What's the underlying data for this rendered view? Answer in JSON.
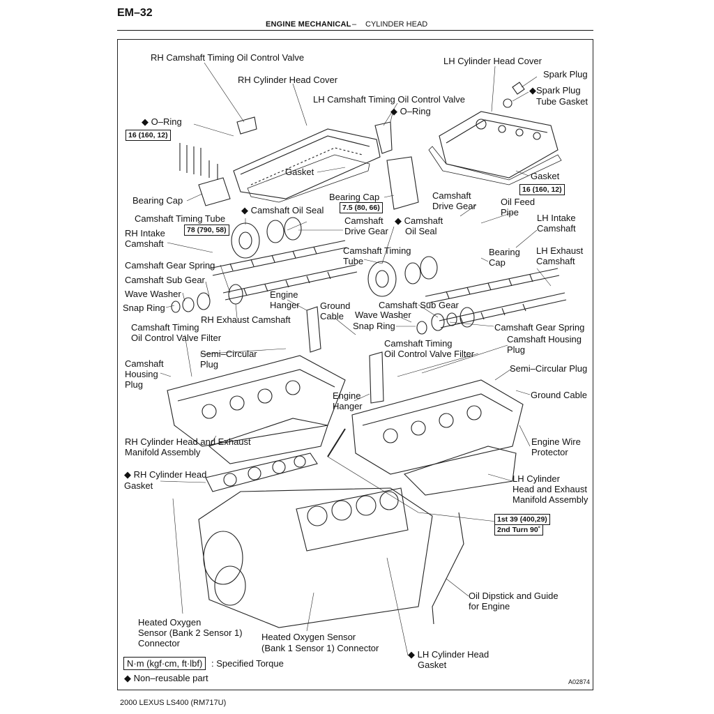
{
  "header": {
    "page_number": "EM–32",
    "section": "ENGINE MECHANICAL",
    "separator": "–",
    "subsection": "CYLINDER HEAD"
  },
  "labels": {
    "rh_cam_ocv": "RH Camshaft Timing Oil Control Valve",
    "rh_head_cover": "RH Cylinder Head Cover",
    "lh_head_cover": "LH Cylinder Head Cover",
    "spark_plug": "Spark Plug",
    "spark_plug_tube_gasket_1": "◆Spark Plug",
    "spark_plug_tube_gasket_2": "Tube Gasket",
    "lh_cam_ocv": "LH Camshaft Timing Oil Control Valve",
    "oring_rh": "◆ O–Ring",
    "oring_lh": "◆ O–Ring",
    "gasket_rh": "Gasket",
    "gasket_lh": "Gasket",
    "bearing_cap_rh": "Bearing Cap",
    "bearing_cap_mid": "Bearing Cap",
    "cam_drive_gear_lh_1": "Camshaft",
    "cam_drive_gear_lh_2": "Drive Gear",
    "cam_oil_seal_rh": "◆ Camshaft Oil Seal",
    "oil_feed_pipe_1": "Oil Feed",
    "oil_feed_pipe_2": "Pipe",
    "cam_timing_tube_rh": "Camshaft Timing Tube",
    "cam_drive_gear_rh_1": "Camshaft",
    "cam_drive_gear_rh_2": "Drive Gear",
    "cam_oil_seal_lh_1": "◆ Camshaft",
    "cam_oil_seal_lh_2": "Oil Seal",
    "lh_intake_cam_1": "LH Intake",
    "lh_intake_cam_2": "Camshaft",
    "rh_intake_cam_1": "RH Intake",
    "rh_intake_cam_2": "Camshaft",
    "cam_timing_tube_lh_1": "Camshaft Timing",
    "cam_timing_tube_lh_2": "Tube",
    "bearing_cap_lh_1": "Bearing",
    "bearing_cap_lh_2": "Cap",
    "lh_exhaust_cam_1": "LH Exhaust",
    "lh_exhaust_cam_2": "Camshaft",
    "cam_gear_spring_rh": "Camshaft Gear Spring",
    "cam_sub_gear_rh": "Camshaft Sub Gear",
    "wave_washer_rh": "Wave Washer",
    "snap_ring_rh": "Snap Ring",
    "engine_hanger_rh_1": "Engine",
    "engine_hanger_rh_2": "Hanger",
    "ground_cable_top_1": "Ground",
    "ground_cable_top_2": "Cable",
    "cam_sub_gear_lh": "Camshaft Sub Gear",
    "wave_washer_lh": "Wave Washer",
    "snap_ring_lh": "Snap Ring",
    "rh_exhaust_cam": "RH Exhaust Camshaft",
    "cam_gear_spring_lh": "Camshaft Gear Spring",
    "cam_ocv_filter_rh_1": "Camshaft Timing",
    "cam_ocv_filter_rh_2": "Oil Control Valve Filter",
    "cam_housing_plug_lh_1": "Camshaft Housing",
    "cam_housing_plug_lh_2": "Plug",
    "cam_ocv_filter_lh_1": "Camshaft Timing",
    "cam_ocv_filter_lh_2": "Oil Control Valve Filter",
    "semi_circ_plug_rh_1": "Semi–Circular",
    "semi_circ_plug_rh_2": "Plug",
    "cam_housing_plug_rh_1": "Camshaft",
    "cam_housing_plug_rh_2": "Housing",
    "cam_housing_plug_rh_3": "Plug",
    "semi_circ_plug_lh": "Semi–Circular Plug",
    "ground_cable_lh": "Ground Cable",
    "engine_hanger_lh_1": "Engine",
    "engine_hanger_lh_2": "Hanger",
    "engine_wire_protector_1": "Engine Wire",
    "engine_wire_protector_2": "Protector",
    "rh_head_manifold_1": "RH Cylinder Head and Exhaust",
    "rh_head_manifold_2": "Manifold Assembly",
    "rh_head_gasket_1": "◆ RH Cylinder Head",
    "rh_head_gasket_2": "Gasket",
    "lh_head_manifold_1": "LH Cylinder",
    "lh_head_manifold_2": "Head and Exhaust",
    "lh_head_manifold_3": "Manifold Assembly",
    "oil_dipstick_1": "Oil Dipstick and Guide",
    "oil_dipstick_2": "for Engine",
    "ho2s_bank2_1": "Heated Oxygen",
    "ho2s_bank2_2": "Sensor (Bank 2 Sensor 1)",
    "ho2s_bank2_3": "Connector",
    "ho2s_bank1_1": "Heated Oxygen Sensor",
    "ho2s_bank1_2": "(Bank 1 Sensor 1) Connector",
    "lh_head_gasket_1": "◆ LH Cylinder Head",
    "lh_head_gasket_2": "Gasket"
  },
  "torques": {
    "rh_cap": "16 (160, 12)",
    "lh_cap": "16 (160, 12)",
    "oil_seal": "7.5 (80, 66)",
    "timing_tube": "78 (790, 58)",
    "head_bolt_1": "1st 39 (400,29)",
    "head_bolt_2": "2nd Turn 90˚"
  },
  "legend": {
    "torque_unit": "N·m (kgf·cm, ft·lbf)",
    "torque_desc": ": Specified Torque",
    "nonreusable": "◆ Non–reusable part"
  },
  "figure_id": "A02874",
  "footer": "2000 LEXUS LS400   (RM717U)"
}
